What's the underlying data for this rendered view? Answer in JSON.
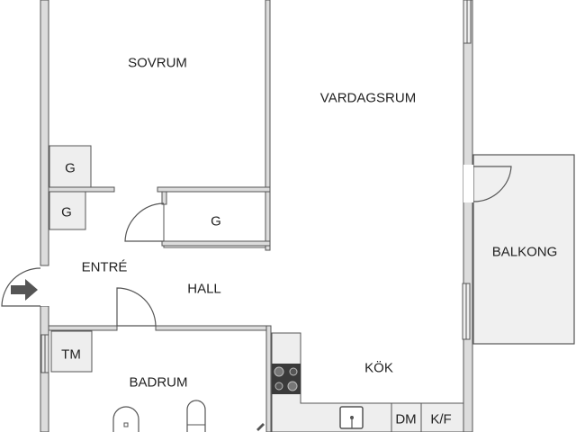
{
  "plan": {
    "rooms": {
      "sovrum": "SOVRUM",
      "vardagsrum": "VARDAGSRUM",
      "entre": "ENTRÉ",
      "hall": "HALL",
      "badrum": "BADRUM",
      "kok": "KÖK",
      "balkong": "BALKONG"
    },
    "closets": {
      "g1": "G",
      "g2": "G",
      "g3": "G",
      "tm": "TM",
      "dm": "DM",
      "kf": "K/F"
    },
    "icons": {
      "entry": "entry-arrow-icon",
      "stove": "stove-icon",
      "sink": "kitchen-sink-icon",
      "washbasin": "washbasin-icon",
      "toilet": "toilet-icon",
      "shower": "shower-icon"
    },
    "colors": {
      "wall_fill": "#dcdcdc",
      "wall_stroke": "#555555",
      "fixture_fill": "#eeeeee",
      "balcony_fill": "#f0f0f0",
      "stove": "#3a3a3a",
      "arrow": "#555555",
      "text": "#222222"
    }
  }
}
